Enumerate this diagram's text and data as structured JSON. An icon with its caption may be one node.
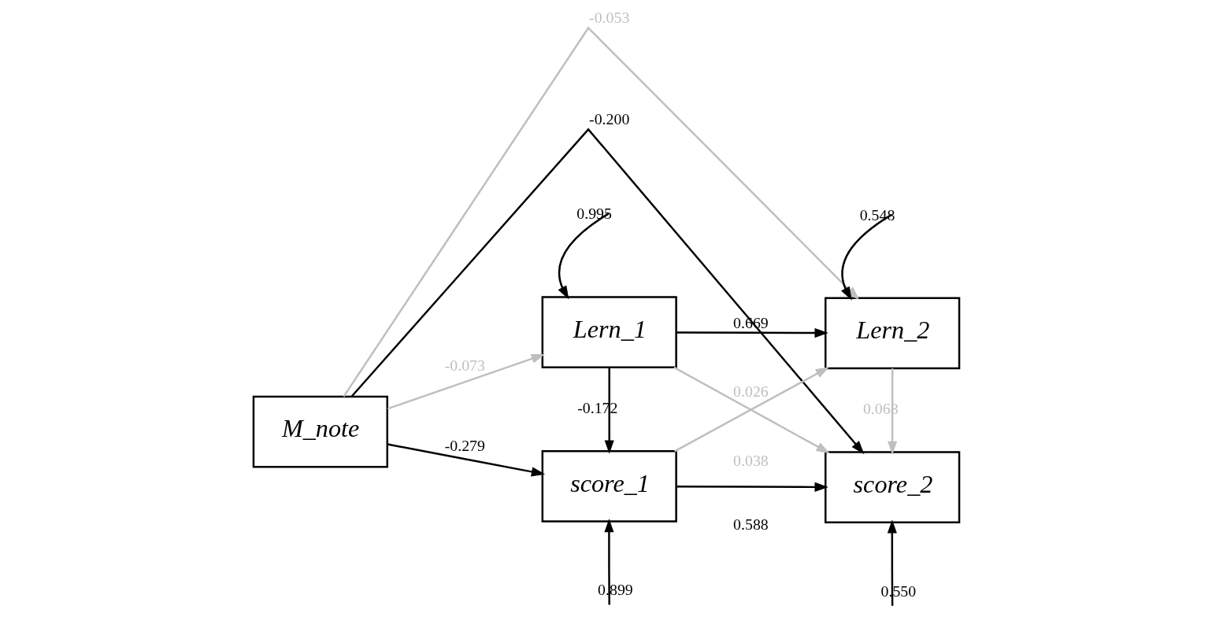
{
  "diagram": {
    "nodes": [
      {
        "text": [
          "M_note"
        ]
      },
      {
        "text": [
          "Lern_1"
        ]
      },
      {
        "text": [
          "Lern_2"
        ]
      },
      {
        "text": [
          "score_1"
        ]
      },
      {
        "text": [
          "score_2"
        ]
      }
    ],
    "edges": [
      {
        "from": null,
        "to": 1,
        "arrow": "to",
        "label": "0.995"
      },
      {
        "from": null,
        "to": 2,
        "arrow": "to",
        "label": "0.548"
      },
      {
        "from": 0,
        "to": 1,
        "arrow": "to",
        "label": "-0.073",
        "color": "#bfbfbf"
      },
      {
        "from": 1,
        "to": 2,
        "arrow": "to",
        "label": "0.669"
      },
      {
        "from": 0,
        "to": 2,
        "arrow": "to",
        "label": "-0.053",
        "color": "#bfbfbf"
      },
      {
        "from": 3,
        "to": 2,
        "arrow": "to",
        "label": "0.026",
        "color": "#bfbfbf"
      },
      {
        "from": 1,
        "to": 3,
        "arrow": "to",
        "label": "-0.172"
      },
      {
        "from": 2,
        "to": 4,
        "arrow": "to",
        "label": "0.068",
        "color": "#bfbfbf"
      },
      {
        "from": 0,
        "to": 4,
        "arrow": "to",
        "label": "-0.200"
      },
      {
        "from": 1,
        "to": 4,
        "arrow": "to",
        "label": "0.038",
        "color": "#bfbfbf"
      },
      {
        "from": 0,
        "to": 3,
        "arrow": "to",
        "label": "-0.279"
      },
      {
        "from": 3,
        "to": 4,
        "arrow": "to",
        "label": "0.588"
      },
      {
        "from": null,
        "to": 3,
        "arrow": "to",
        "label": "0.899"
      },
      {
        "from": null,
        "to": 4,
        "arrow": "to",
        "label": "0.550"
      }
    ]
  }
}
